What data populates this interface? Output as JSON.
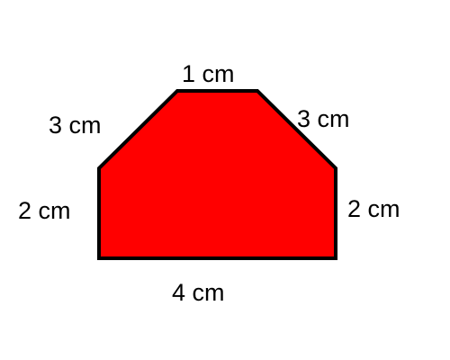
{
  "shape": {
    "fill_color": "#ff0000",
    "stroke_color": "#000000"
  },
  "labels": {
    "top": "1 cm",
    "upper_left": "3 cm",
    "upper_right": "3 cm",
    "left": "2 cm",
    "right": "2 cm",
    "bottom": "4 cm"
  }
}
